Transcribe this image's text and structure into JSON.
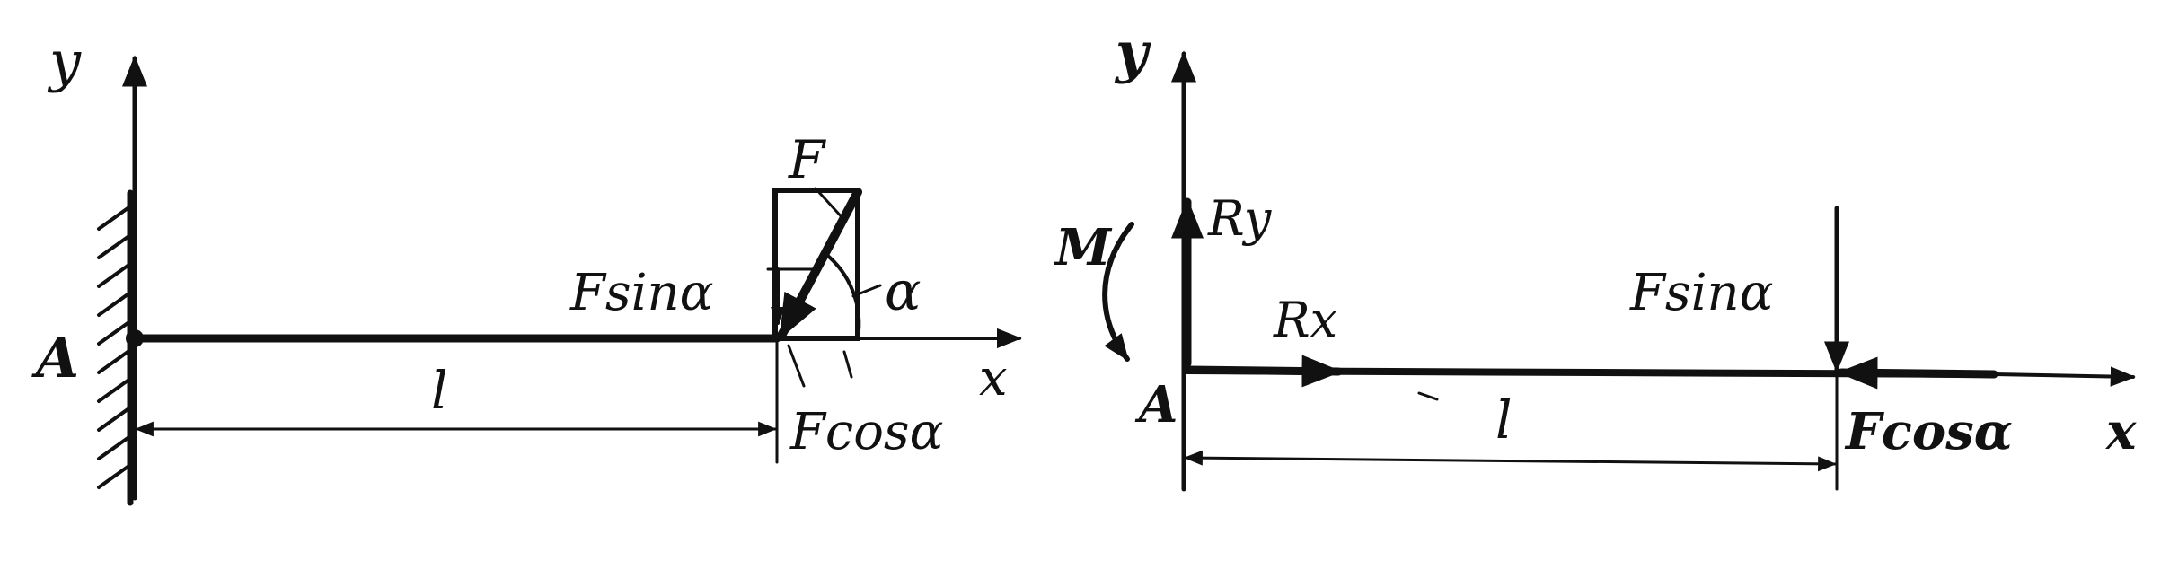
{
  "left_diagram": {
    "labels": {
      "y_axis": "y",
      "x_axis": "x",
      "point": "A",
      "force": "F",
      "sin_component": "Fsinα",
      "cos_component": "Fcosα",
      "angle": "α",
      "length": "l"
    }
  },
  "right_diagram": {
    "labels": {
      "y_axis": "y",
      "x_axis": "x",
      "point": "A",
      "moment": "M",
      "reaction_y": "Ry",
      "reaction_x": "Rx",
      "sin_component": "Fsinα",
      "cos_component": "Fcosα",
      "length": "l"
    }
  },
  "colors": {
    "ink": "#111111",
    "background": "#ffffff"
  }
}
